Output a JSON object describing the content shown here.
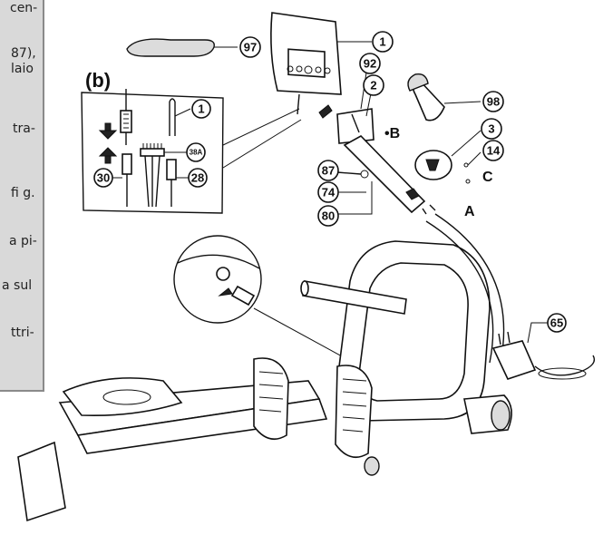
{
  "sidebar_text": [
    {
      "id": "l1",
      "text": "cen-"
    },
    {
      "id": "l2",
      "text": "87),"
    },
    {
      "id": "l3",
      "text": "laio"
    },
    {
      "id": "l4",
      "text": "tra-"
    },
    {
      "id": "l5",
      "text": "fi g."
    },
    {
      "id": "l6",
      "text": "a pi-"
    },
    {
      "id": "l7",
      "text": "a sul"
    },
    {
      "id": "l8",
      "text": "ttri-"
    }
  ],
  "inset": {
    "label": "(b)"
  },
  "callouts": {
    "c1": "1",
    "c2": "2",
    "c3": "3",
    "c14": "14",
    "c92": "92",
    "c97": "97",
    "c98": "98",
    "c87": "87",
    "c74": "74",
    "c80": "80",
    "c65": "65",
    "b1": "1",
    "b38a": "38A",
    "b30": "30",
    "b28": "28"
  },
  "letters": {
    "A": "A",
    "B": "•B",
    "C": "C"
  }
}
